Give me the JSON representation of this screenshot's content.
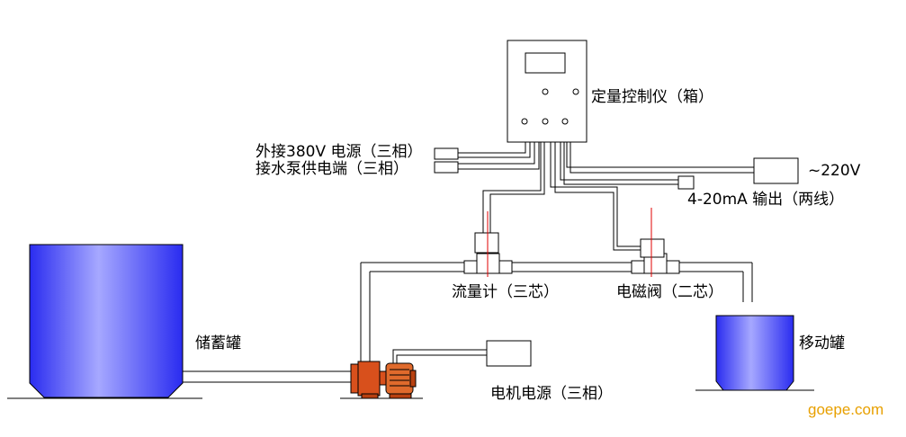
{
  "labels": {
    "controller": "定量控制仪（箱）",
    "power_380": "外接380V 电源（三相）",
    "pump_supply": "接水泵供电端（三相）",
    "ac_220": "~220V",
    "output_4_20": "4-20mA 输出（两线）",
    "flowmeter": "流量计（三芯）",
    "valve": "电磁阀（二芯）",
    "storage_tank": "储蓄罐",
    "mobile_tank": "移动罐",
    "motor_power": "电机电源（三相）"
  },
  "watermark": "goepe.com",
  "colors": {
    "tank_edge": "#2a2cf0",
    "tank_center": "#a6a8ff",
    "pump": "#d8501c",
    "motor": "#e06a2c",
    "signal_line": "#e00000",
    "watermark": "#e8a000"
  }
}
